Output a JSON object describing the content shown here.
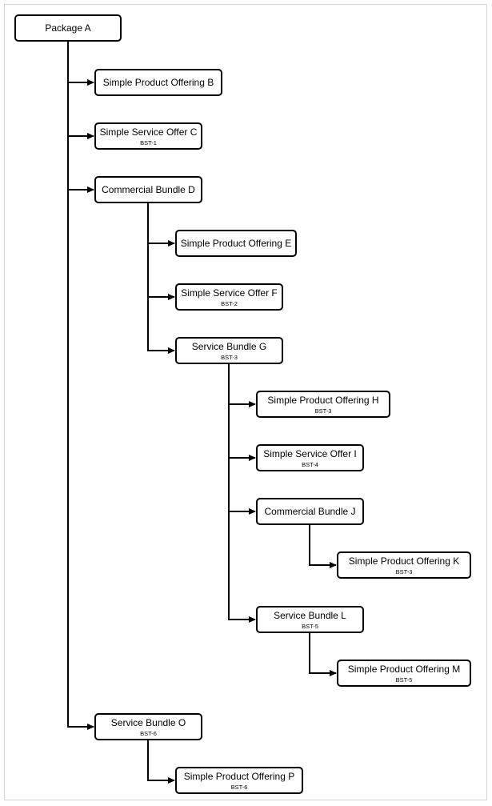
{
  "diagram": {
    "line_color": "#000000",
    "nodes": [
      {
        "id": "a",
        "label": "Package A",
        "code": ""
      },
      {
        "id": "b",
        "label": "Simple Product Offering B",
        "code": ""
      },
      {
        "id": "c",
        "label": "Simple Service Offer C",
        "code": "BST-1"
      },
      {
        "id": "d",
        "label": "Commercial Bundle D",
        "code": ""
      },
      {
        "id": "e",
        "label": "Simple Product Offering E",
        "code": ""
      },
      {
        "id": "f",
        "label": "Simple Service Offer F",
        "code": "BST-2"
      },
      {
        "id": "g",
        "label": "Service Bundle G",
        "code": "BST-3"
      },
      {
        "id": "h",
        "label": "Simple Product Offering H",
        "code": "BST-3"
      },
      {
        "id": "i",
        "label": "Simple Service Offer I",
        "code": "BST-4"
      },
      {
        "id": "j",
        "label": "Commercial Bundle J",
        "code": ""
      },
      {
        "id": "k",
        "label": "Simple Product Offering K",
        "code": "BST-3"
      },
      {
        "id": "l",
        "label": "Service Bundle L",
        "code": "BST-5"
      },
      {
        "id": "m",
        "label": "Simple Product Offering M",
        "code": "BST-5"
      },
      {
        "id": "o",
        "label": "Service Bundle O",
        "code": "BST-6"
      },
      {
        "id": "p",
        "label": "Simple Product Offering P",
        "code": "BST-6"
      }
    ],
    "edges": [
      [
        "a",
        "b"
      ],
      [
        "a",
        "c"
      ],
      [
        "a",
        "d"
      ],
      [
        "a",
        "o"
      ],
      [
        "d",
        "e"
      ],
      [
        "d",
        "f"
      ],
      [
        "d",
        "g"
      ],
      [
        "g",
        "h"
      ],
      [
        "g",
        "i"
      ],
      [
        "g",
        "j"
      ],
      [
        "g",
        "l"
      ],
      [
        "j",
        "k"
      ],
      [
        "l",
        "m"
      ],
      [
        "o",
        "p"
      ]
    ]
  }
}
